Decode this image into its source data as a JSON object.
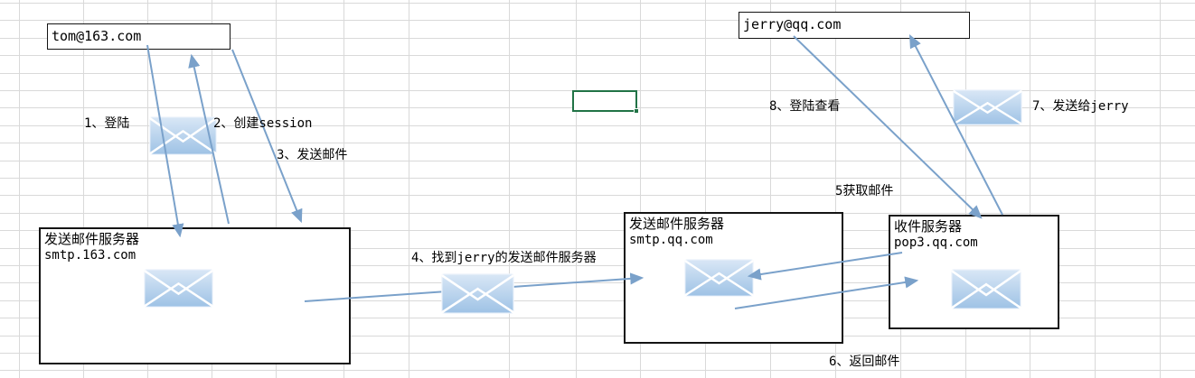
{
  "colors": {
    "connector_line": "#7aa1ca",
    "selection_green": "#217346",
    "gridline": "#d9d9d9",
    "box_border": "#141414",
    "envelope_top": "#d9e7f6",
    "envelope_bottom": "#9ec2e5",
    "text": "#000000"
  },
  "mailboxes": {
    "tom": {
      "label": "tom@163.com"
    },
    "jerry": {
      "label": "jerry@qq.com"
    }
  },
  "servers": {
    "smtp163": {
      "title": "发送邮件服务器",
      "host": "smtp.163.com"
    },
    "smtpqq": {
      "title": "发送邮件服务器",
      "host": "smtp.qq.com"
    },
    "pop3qq": {
      "title": "收件服务器",
      "host": "pop3.qq.com"
    }
  },
  "steps": {
    "login": "1、登陆",
    "create_session": "2、创建session",
    "send_mail": "3、发送邮件",
    "find_server": "4、找到jerry的发送邮件服务器",
    "fetch_mail": "5获取邮件",
    "return_mail": "6、返回邮件",
    "deliver_to_jerry": "7、发送给jerry",
    "login_view": "8、登陆查看"
  },
  "icons": {
    "envelope": "envelope-icon"
  }
}
